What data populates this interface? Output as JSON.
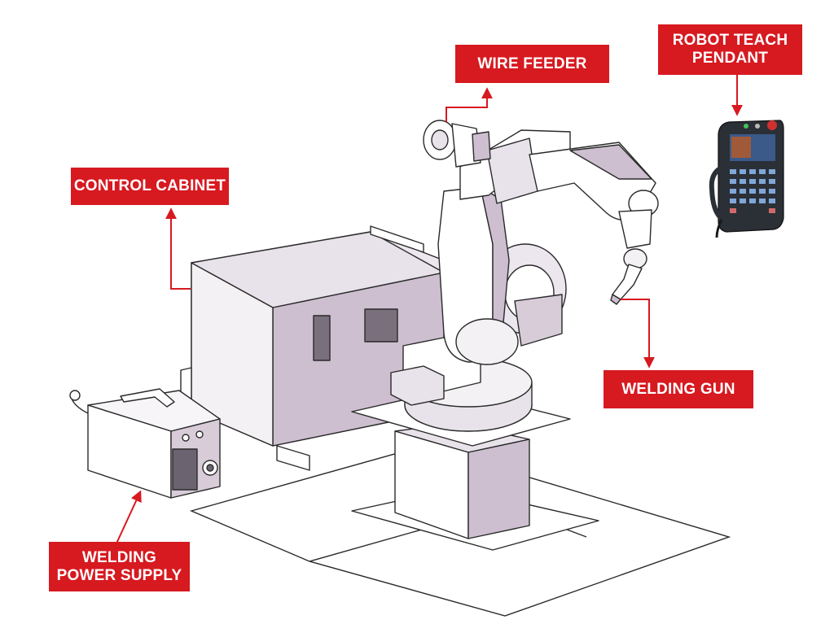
{
  "labels": {
    "wire_feeder": "WIRE FEEDER",
    "robot_teach_pendant": "ROBOT TEACH\nPENDANT",
    "control_cabinet": "CONTROL CABINET",
    "welding_gun": "WELDING GUN",
    "welding_power_supply": "WELDING\nPOWER SUPPLY"
  },
  "colors": {
    "callout_red": "#d71920",
    "arrow_red": "#d71920",
    "machine_fill": "#cdbfcf",
    "machine_light": "#ece6ee",
    "line": "#2a2a2a",
    "pendant_body": "#2b2f36"
  }
}
